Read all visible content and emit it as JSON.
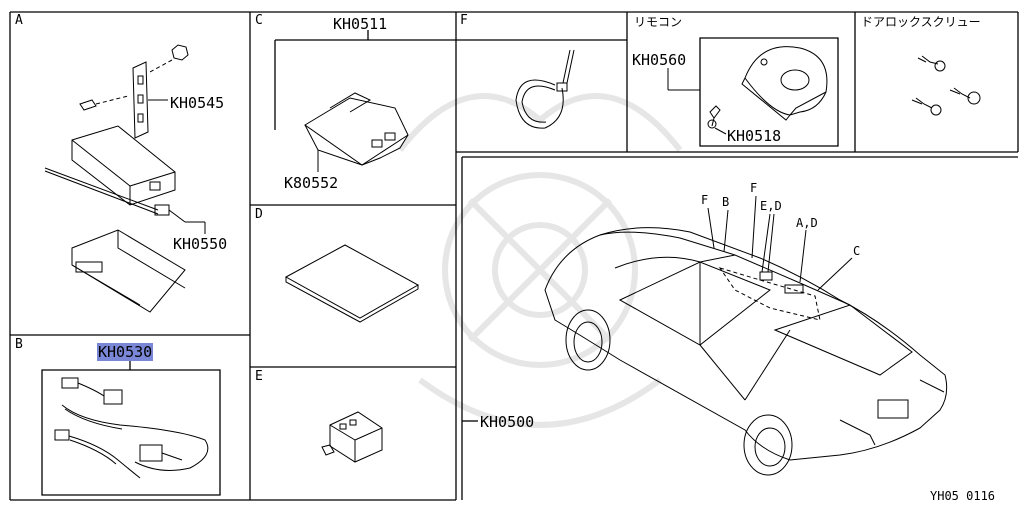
{
  "panels": {
    "A": {
      "letter": "A",
      "parts": {
        "top": "KH0545",
        "bottom": "KH0550"
      }
    },
    "B": {
      "letter": "B",
      "part": "KH0530"
    },
    "C": {
      "letter": "C",
      "header": "KH0511",
      "part": "K80552"
    },
    "D": {
      "letter": "D"
    },
    "E": {
      "letter": "E"
    },
    "F": {
      "letter": "F"
    },
    "remote": {
      "title": "リモコン",
      "parts": {
        "key": "KH0560",
        "screw": "KH0518"
      }
    },
    "door_lock_screw": {
      "title": "ドアロックスクリュー"
    }
  },
  "vehicle": {
    "part": "KH0500",
    "callouts": [
      "F",
      "B",
      "F",
      "E,D",
      "A,D",
      "C"
    ]
  },
  "footer": {
    "code": "YH05 0116"
  },
  "colors": {
    "highlight": "#7a86d6",
    "line": "#000000",
    "watermark": "#e4e4e4"
  }
}
